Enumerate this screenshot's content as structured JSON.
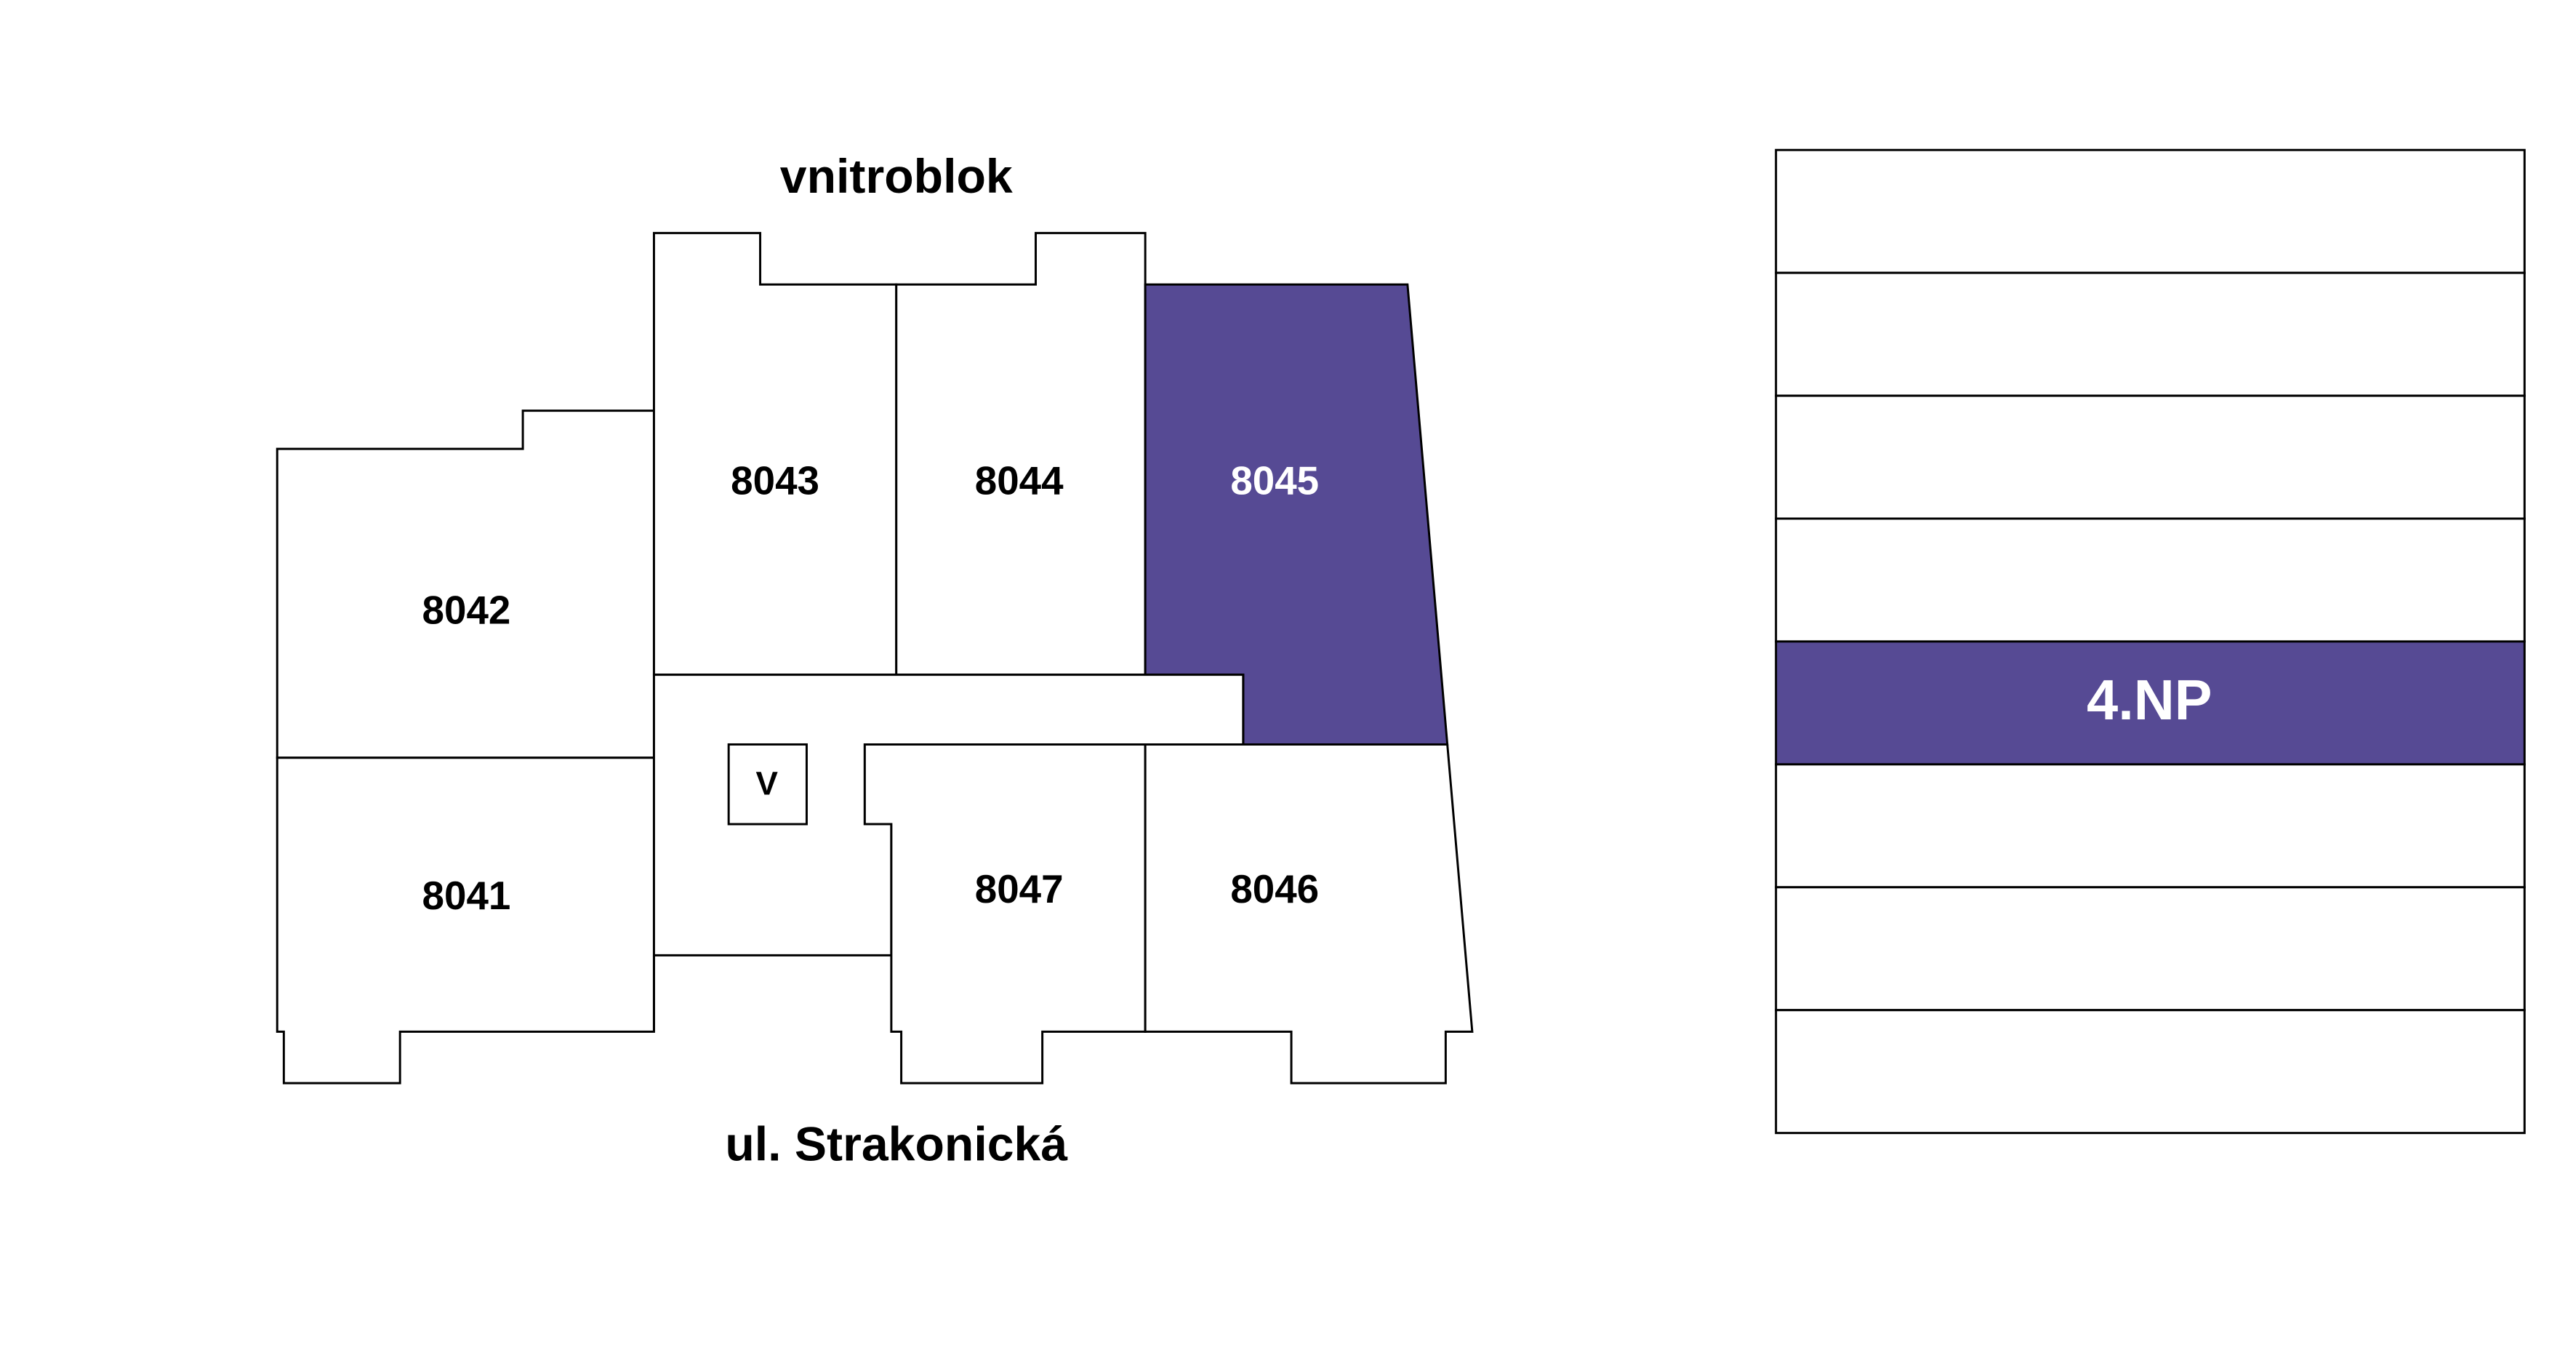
{
  "labels": {
    "top": "vnitroblok",
    "bottom": "ul. Strakonická"
  },
  "rooms": {
    "r8041": "8041",
    "r8042": "8042",
    "r8043": "8043",
    "r8044": "8044",
    "r8045": "8045",
    "r8046": "8046",
    "r8047": "8047",
    "shaft": "V"
  },
  "selected_room": "8045",
  "floors": {
    "selected_label": "4.NP",
    "count": 8,
    "selected_index_from_top": 5
  },
  "colors": {
    "accent": "#564a94"
  }
}
